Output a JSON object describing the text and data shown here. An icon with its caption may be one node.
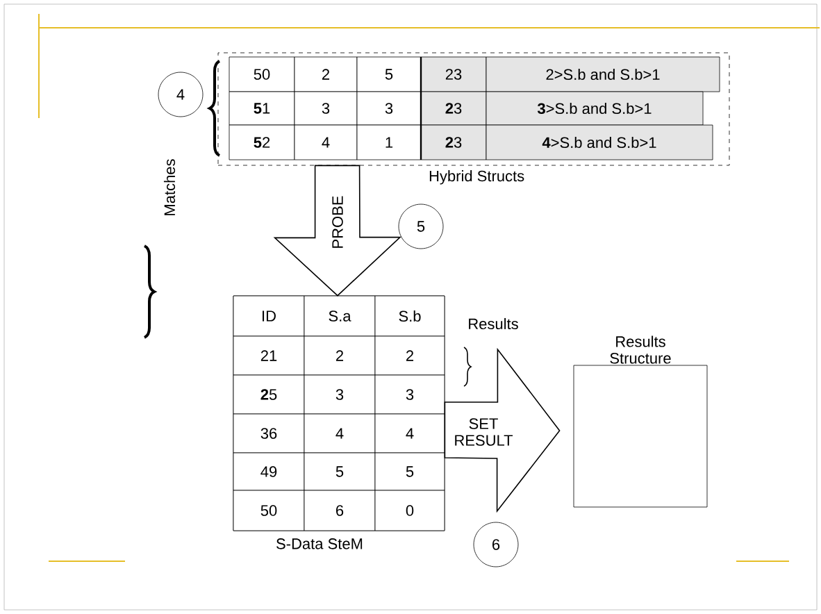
{
  "diagram": {
    "nodes": [
      {
        "text": [
          "Hybrid Structs"
        ]
      },
      {
        "text": [
          "S-Data SteM"
        ]
      },
      {
        "text": [
          "Results Structure"
        ]
      },
      {
        "text": [
          "4"
        ]
      },
      {
        "text": [
          "5"
        ]
      },
      {
        "text": [
          "6"
        ]
      }
    ],
    "edges": [
      {
        "from": 0,
        "to": 1,
        "arrow": "to",
        "label": "PROBE",
        "style": "thick"
      },
      {
        "from": 1,
        "to": 2,
        "arrow": "to",
        "label": "SET RESULT",
        "style": "thick"
      }
    ],
    "labels": [
      "50",
      "2",
      "5",
      "23",
      "2>S.b and S.b>1",
      "**5**1",
      "3",
      "3",
      "**2**3",
      "**3**>S.b and S.b>1",
      "**5**2",
      "4",
      "1",
      "**2**3",
      "**4**>S.b and S.b>1",
      "Matches",
      "ID",
      "S.a",
      "S.b",
      "21",
      "2",
      "2",
      "**2**5",
      "3",
      "3",
      "36",
      "4",
      "4",
      "49",
      "5",
      "5",
      "50",
      "6",
      "0",
      "Results"
    ]
  }
}
